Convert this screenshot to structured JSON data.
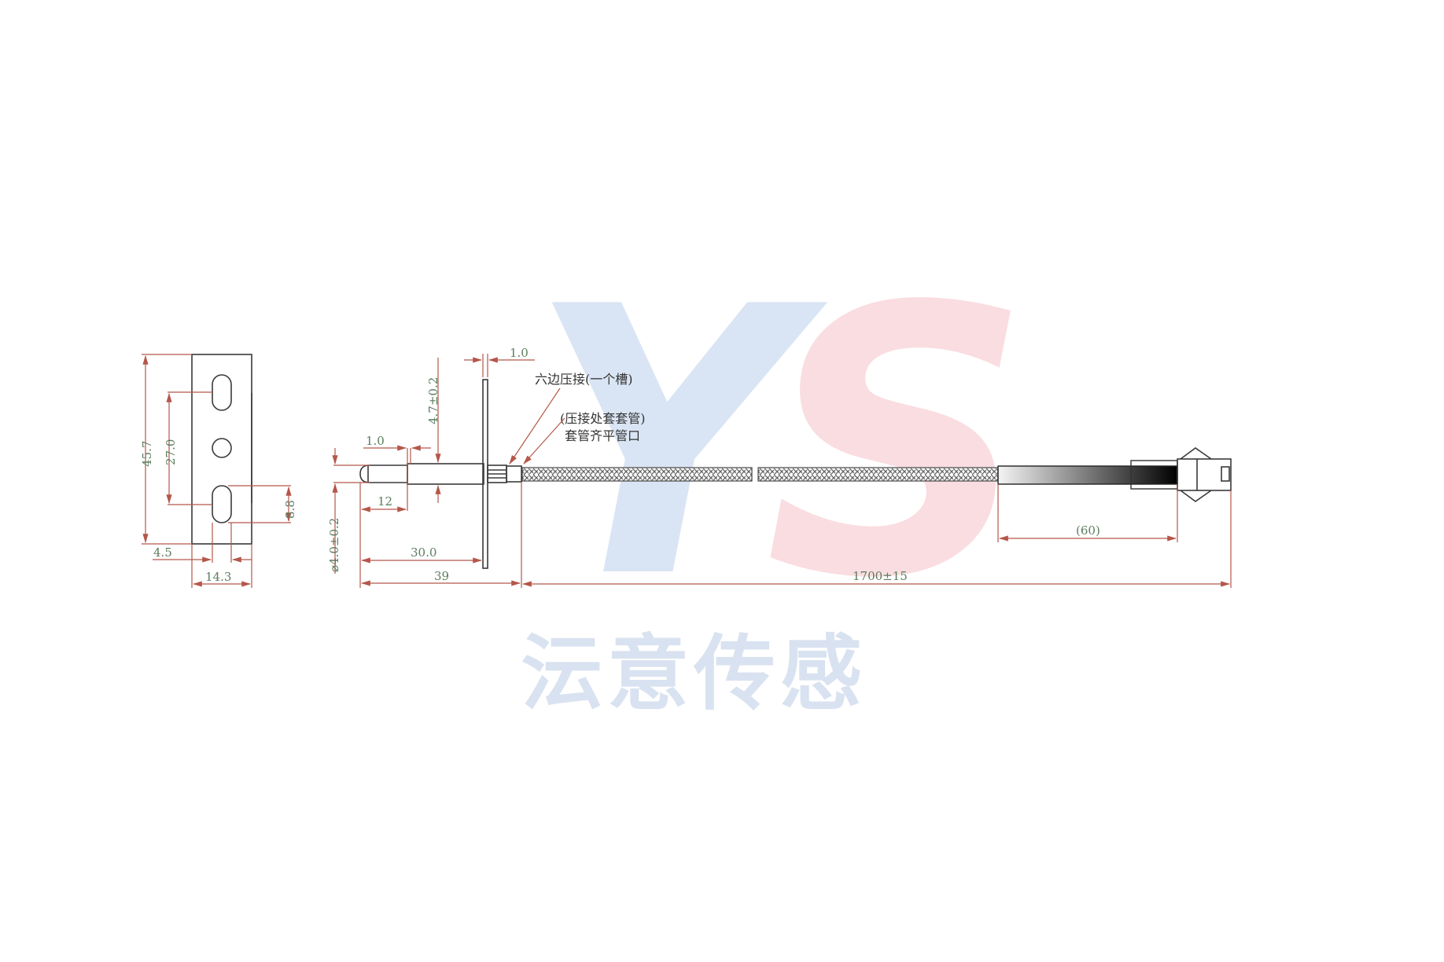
{
  "watermark": {
    "logo_letters": "YS",
    "brand_name": "沄意传感"
  },
  "bracket_dims": {
    "height": "45.7",
    "hole_spacing": "27.0",
    "slot_length": "8.8",
    "edge_offset": "4.5",
    "width": "14.3"
  },
  "probe_dims": {
    "tip_chamfer": "1.0",
    "flange_thickness": "1.0",
    "flange_height": "4.7±0.2",
    "diameter": "⌀4.0±0.2",
    "tip_length": "12",
    "to_flange": "30.0",
    "total_probe": "39"
  },
  "cable_dims": {
    "cable_length": "1700±15",
    "sleeve_length": "(60)"
  },
  "notes": {
    "crimp": "六边压接(一个槽)",
    "sleeve_1": "(压接处套套管)",
    "sleeve_2": "套管齐平管口"
  },
  "colors": {
    "line": "#3a3a3a",
    "dimension": "#b4574a",
    "dim_text": "#5b7d5e"
  }
}
